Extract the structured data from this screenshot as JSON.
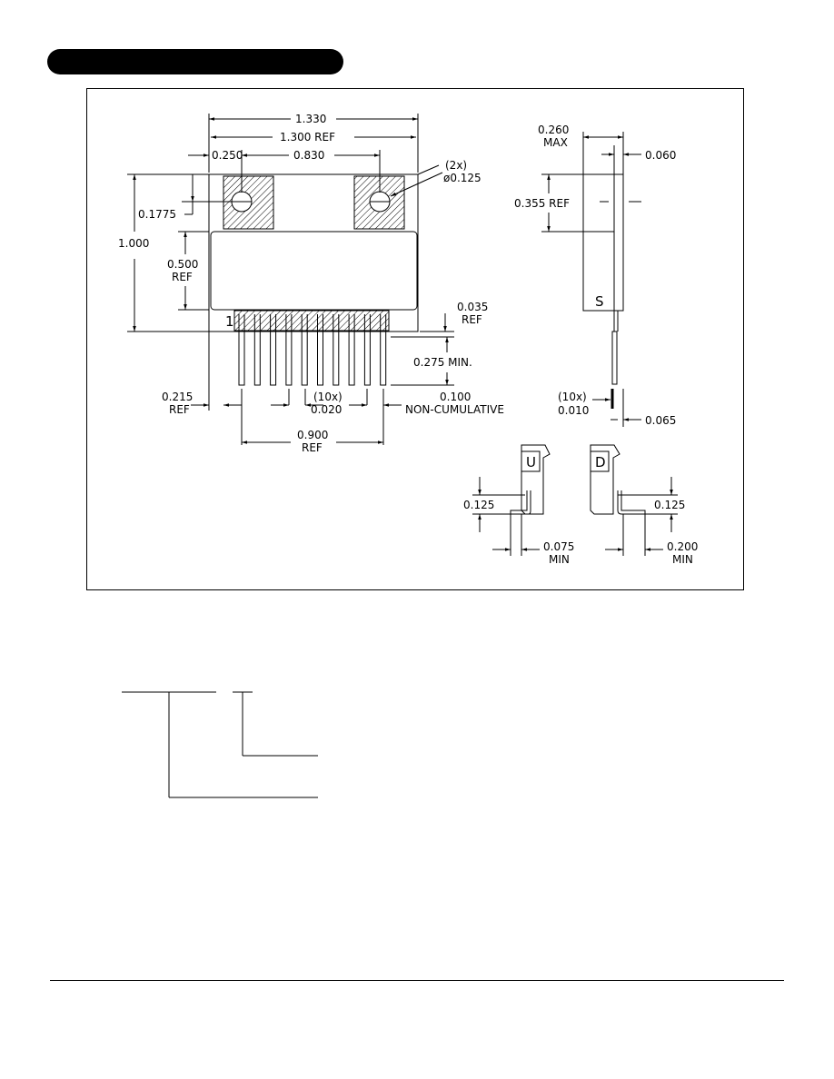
{
  "header_bar": {
    "color": "#000000"
  },
  "drawing": {
    "front": {
      "overall_width": "1.330",
      "ref_width": "1.300  REF",
      "tab_offset": "0.250",
      "hole_spacing": "0.830",
      "hole_count": "(2x)",
      "hole_dia": "ø0.125",
      "hole_height": "0.1775",
      "height": "1.000",
      "body_height": "0.500",
      "body_height_ref": "REF",
      "pin_one": "1",
      "standoff": "0.035",
      "standoff_ref": "REF",
      "lead_length": "0.275  MIN.",
      "first_lead": "0.215",
      "first_lead_ref": "REF",
      "lead_count": "(10x)",
      "lead_width": "0.020",
      "pitch": "0.100",
      "pitch_note": "NON-CUMULATIVE",
      "span": "0.900",
      "span_ref": "REF"
    },
    "side": {
      "thickness": "0.260",
      "thickness_note": "MAX",
      "tab_thick": "0.060",
      "hole_pos": "0.355  REF",
      "label": "S",
      "lead_count": "(10x)",
      "lead_thick": "0.010",
      "lead_offset": "0.065"
    },
    "bend_up": {
      "label": "U",
      "height": "0.125",
      "length": "0.075",
      "length_note": "MIN"
    },
    "bend_down": {
      "label": "D",
      "height": "0.125",
      "length": "0.200",
      "length_note": "MIN"
    }
  }
}
